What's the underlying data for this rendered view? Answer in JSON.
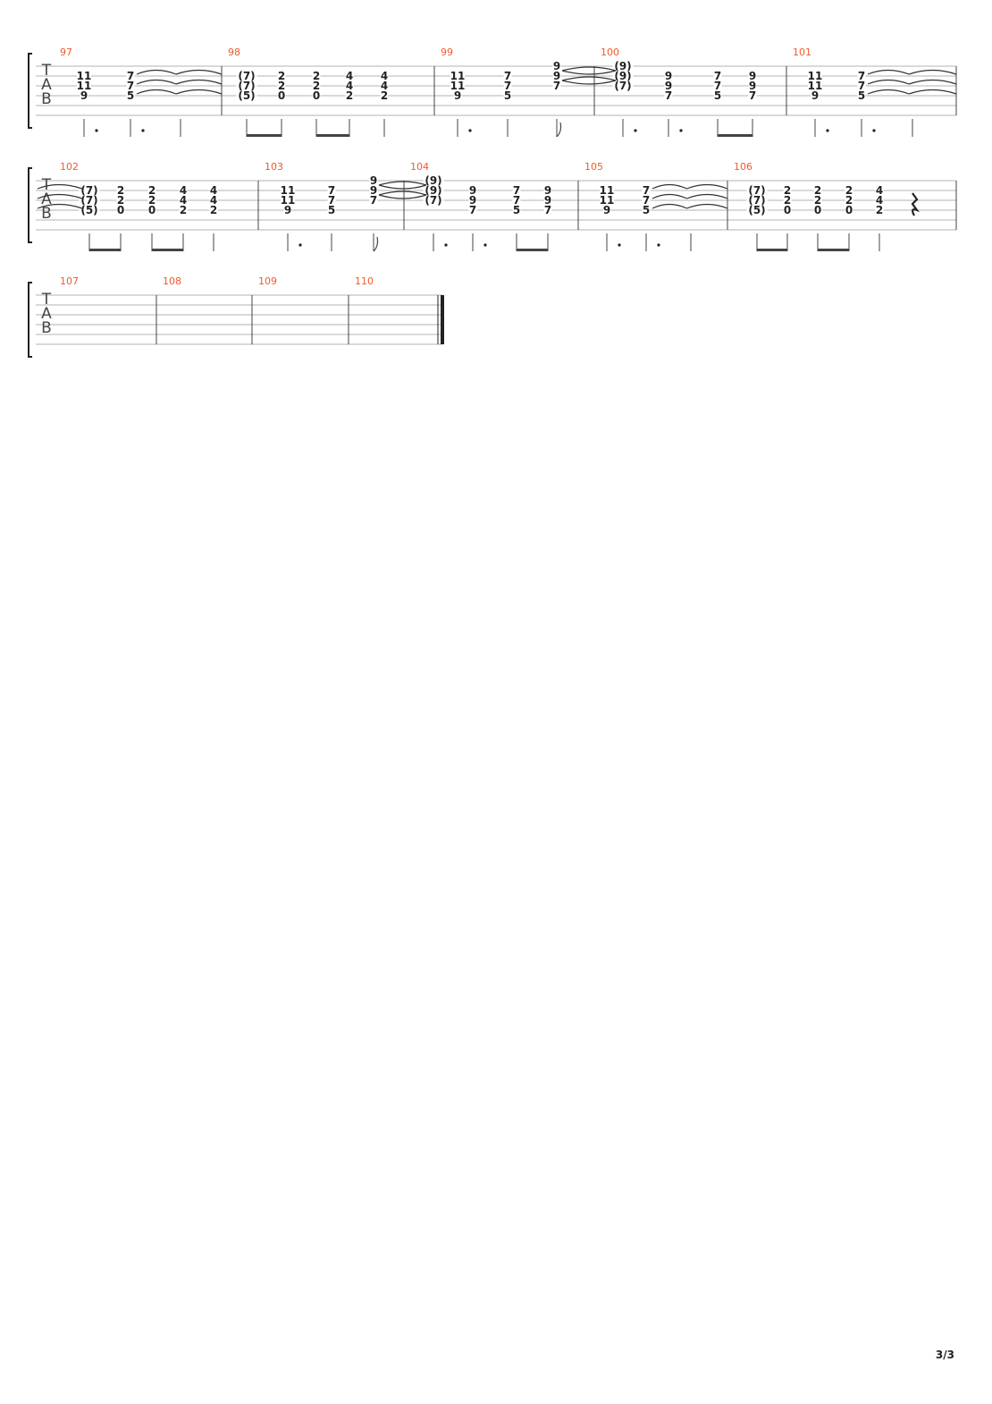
{
  "document": {
    "title": "Guitar tablature — page 3",
    "clef_label": [
      "T",
      "A",
      "B"
    ],
    "page_number": "3/3",
    "colors": {
      "measure_number": "#f05a28",
      "ink": "#222222",
      "staff_line": "#9a9a9a"
    }
  },
  "systems": [
    {
      "id": "system-1",
      "measures": [
        {
          "number": "97",
          "beats": [
            {
              "notes": [
                [
                  2,
                  "11"
                ],
                [
                  3,
                  "11"
                ],
                [
                  4,
                  "9"
                ]
              ],
              "dur": "dotted-q"
            },
            {
              "notes": [
                [
                  2,
                  "7"
                ],
                [
                  3,
                  "7"
                ],
                [
                  4,
                  "5"
                ]
              ],
              "dur": "dotted-q"
            },
            {
              "notes": [],
              "dur": "q"
            }
          ],
          "ties_in_measure": true
        },
        {
          "number": "98",
          "beats": [
            {
              "notes": [
                [
                  2,
                  "(7)"
                ],
                [
                  3,
                  "(7)"
                ],
                [
                  4,
                  "(5)"
                ]
              ],
              "dur": "e"
            },
            {
              "notes": [
                [
                  2,
                  "2"
                ],
                [
                  3,
                  "2"
                ],
                [
                  4,
                  "0"
                ]
              ],
              "dur": "e"
            },
            {
              "notes": [
                [
                  2,
                  "2"
                ],
                [
                  3,
                  "2"
                ],
                [
                  4,
                  "0"
                ]
              ],
              "dur": "e"
            },
            {
              "notes": [
                [
                  2,
                  "4"
                ],
                [
                  3,
                  "4"
                ],
                [
                  4,
                  "2"
                ]
              ],
              "dur": "e"
            },
            {
              "notes": [
                [
                  2,
                  "4"
                ],
                [
                  3,
                  "4"
                ],
                [
                  4,
                  "2"
                ]
              ],
              "dur": "q"
            }
          ]
        },
        {
          "number": "99",
          "beats": [
            {
              "notes": [
                [
                  2,
                  "11"
                ],
                [
                  3,
                  "11"
                ],
                [
                  4,
                  "9"
                ]
              ],
              "dur": "dotted-q"
            },
            {
              "notes": [
                [
                  2,
                  "7"
                ],
                [
                  3,
                  "7"
                ],
                [
                  4,
                  "5"
                ]
              ],
              "dur": "q"
            },
            {
              "notes": [
                [
                  1,
                  "9"
                ],
                [
                  2,
                  "9"
                ],
                [
                  3,
                  "7"
                ]
              ],
              "dur": "e"
            }
          ]
        },
        {
          "number": "100",
          "beats": [
            {
              "notes": [
                [
                  1,
                  "(9)"
                ],
                [
                  2,
                  "(9)"
                ],
                [
                  3,
                  "(7)"
                ]
              ],
              "dur": "dotted-q"
            },
            {
              "notes": [
                [
                  2,
                  "9"
                ],
                [
                  3,
                  "9"
                ],
                [
                  4,
                  "7"
                ]
              ],
              "dur": "dotted-q"
            },
            {
              "notes": [
                [
                  2,
                  "7"
                ],
                [
                  3,
                  "7"
                ],
                [
                  4,
                  "5"
                ]
              ],
              "dur": "e"
            },
            {
              "notes": [
                [
                  2,
                  "9"
                ],
                [
                  3,
                  "9"
                ],
                [
                  4,
                  "7"
                ]
              ],
              "dur": "e"
            }
          ]
        },
        {
          "number": "101",
          "beats": [
            {
              "notes": [
                [
                  2,
                  "11"
                ],
                [
                  3,
                  "11"
                ],
                [
                  4,
                  "9"
                ]
              ],
              "dur": "dotted-q"
            },
            {
              "notes": [
                [
                  2,
                  "7"
                ],
                [
                  3,
                  "7"
                ],
                [
                  4,
                  "5"
                ]
              ],
              "dur": "dotted-q"
            },
            {
              "notes": [],
              "dur": "q"
            }
          ],
          "ties_in_measure": true
        }
      ]
    },
    {
      "id": "system-2",
      "measures": [
        {
          "number": "102",
          "beats": [
            {
              "notes": [
                [
                  2,
                  "(7)"
                ],
                [
                  3,
                  "(7)"
                ],
                [
                  4,
                  "(5)"
                ]
              ],
              "dur": "e"
            },
            {
              "notes": [
                [
                  2,
                  "2"
                ],
                [
                  3,
                  "2"
                ],
                [
                  4,
                  "0"
                ]
              ],
              "dur": "e"
            },
            {
              "notes": [
                [
                  2,
                  "2"
                ],
                [
                  3,
                  "2"
                ],
                [
                  4,
                  "0"
                ]
              ],
              "dur": "e"
            },
            {
              "notes": [
                [
                  2,
                  "4"
                ],
                [
                  3,
                  "4"
                ],
                [
                  4,
                  "2"
                ]
              ],
              "dur": "e"
            },
            {
              "notes": [
                [
                  2,
                  "4"
                ],
                [
                  3,
                  "4"
                ],
                [
                  4,
                  "2"
                ]
              ],
              "dur": "q"
            }
          ]
        },
        {
          "number": "103",
          "beats": [
            {
              "notes": [
                [
                  2,
                  "11"
                ],
                [
                  3,
                  "11"
                ],
                [
                  4,
                  "9"
                ]
              ],
              "dur": "dotted-q"
            },
            {
              "notes": [
                [
                  2,
                  "7"
                ],
                [
                  3,
                  "7"
                ],
                [
                  4,
                  "5"
                ]
              ],
              "dur": "q"
            },
            {
              "notes": [
                [
                  1,
                  "9"
                ],
                [
                  2,
                  "9"
                ],
                [
                  3,
                  "7"
                ]
              ],
              "dur": "e"
            }
          ]
        },
        {
          "number": "104",
          "beats": [
            {
              "notes": [
                [
                  1,
                  "(9)"
                ],
                [
                  2,
                  "(9)"
                ],
                [
                  3,
                  "(7)"
                ]
              ],
              "dur": "dotted-q"
            },
            {
              "notes": [
                [
                  2,
                  "9"
                ],
                [
                  3,
                  "9"
                ],
                [
                  4,
                  "7"
                ]
              ],
              "dur": "dotted-q"
            },
            {
              "notes": [
                [
                  2,
                  "7"
                ],
                [
                  3,
                  "7"
                ],
                [
                  4,
                  "5"
                ]
              ],
              "dur": "e"
            },
            {
              "notes": [
                [
                  2,
                  "9"
                ],
                [
                  3,
                  "9"
                ],
                [
                  4,
                  "7"
                ]
              ],
              "dur": "e"
            }
          ]
        },
        {
          "number": "105",
          "beats": [
            {
              "notes": [
                [
                  2,
                  "11"
                ],
                [
                  3,
                  "11"
                ],
                [
                  4,
                  "9"
                ]
              ],
              "dur": "dotted-q"
            },
            {
              "notes": [
                [
                  2,
                  "7"
                ],
                [
                  3,
                  "7"
                ],
                [
                  4,
                  "5"
                ]
              ],
              "dur": "dotted-q"
            },
            {
              "notes": [],
              "dur": "q"
            }
          ],
          "ties_in_measure": true
        },
        {
          "number": "106",
          "beats": [
            {
              "notes": [
                [
                  2,
                  "(7)"
                ],
                [
                  3,
                  "(7)"
                ],
                [
                  4,
                  "(5)"
                ]
              ],
              "dur": "e"
            },
            {
              "notes": [
                [
                  2,
                  "2"
                ],
                [
                  3,
                  "2"
                ],
                [
                  4,
                  "0"
                ]
              ],
              "dur": "e"
            },
            {
              "notes": [
                [
                  2,
                  "2"
                ],
                [
                  3,
                  "2"
                ],
                [
                  4,
                  "0"
                ]
              ],
              "dur": "e"
            },
            {
              "notes": [
                [
                  2,
                  "2"
                ],
                [
                  3,
                  "2"
                ],
                [
                  4,
                  "0"
                ]
              ],
              "dur": "e"
            },
            {
              "notes": [
                [
                  2,
                  "4"
                ],
                [
                  3,
                  "4"
                ],
                [
                  4,
                  "2"
                ]
              ],
              "dur": "q"
            },
            {
              "notes": [],
              "dur": "rest-q"
            }
          ]
        }
      ]
    },
    {
      "id": "system-3",
      "measures": [
        {
          "number": "107",
          "beats": []
        },
        {
          "number": "108",
          "beats": []
        },
        {
          "number": "109",
          "beats": []
        },
        {
          "number": "110",
          "beats": [],
          "final": true
        }
      ]
    }
  ]
}
